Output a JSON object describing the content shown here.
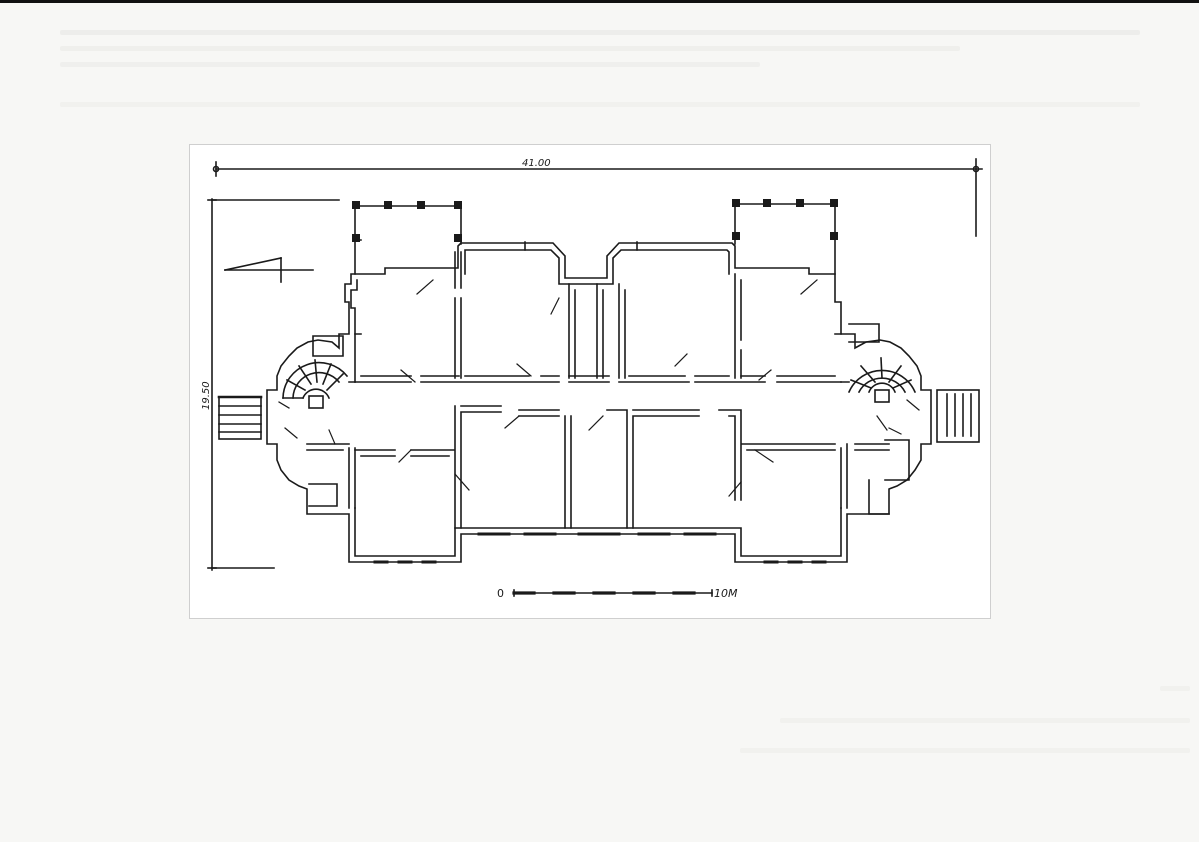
{
  "drawing": {
    "dimension_width": "41.00",
    "dimension_depth": "19.50",
    "scale_start": "0",
    "scale_end": "10M"
  },
  "colors": {
    "ink": "#1a1a1a",
    "paper": "#ffffff",
    "background": "#f7f7f5"
  }
}
